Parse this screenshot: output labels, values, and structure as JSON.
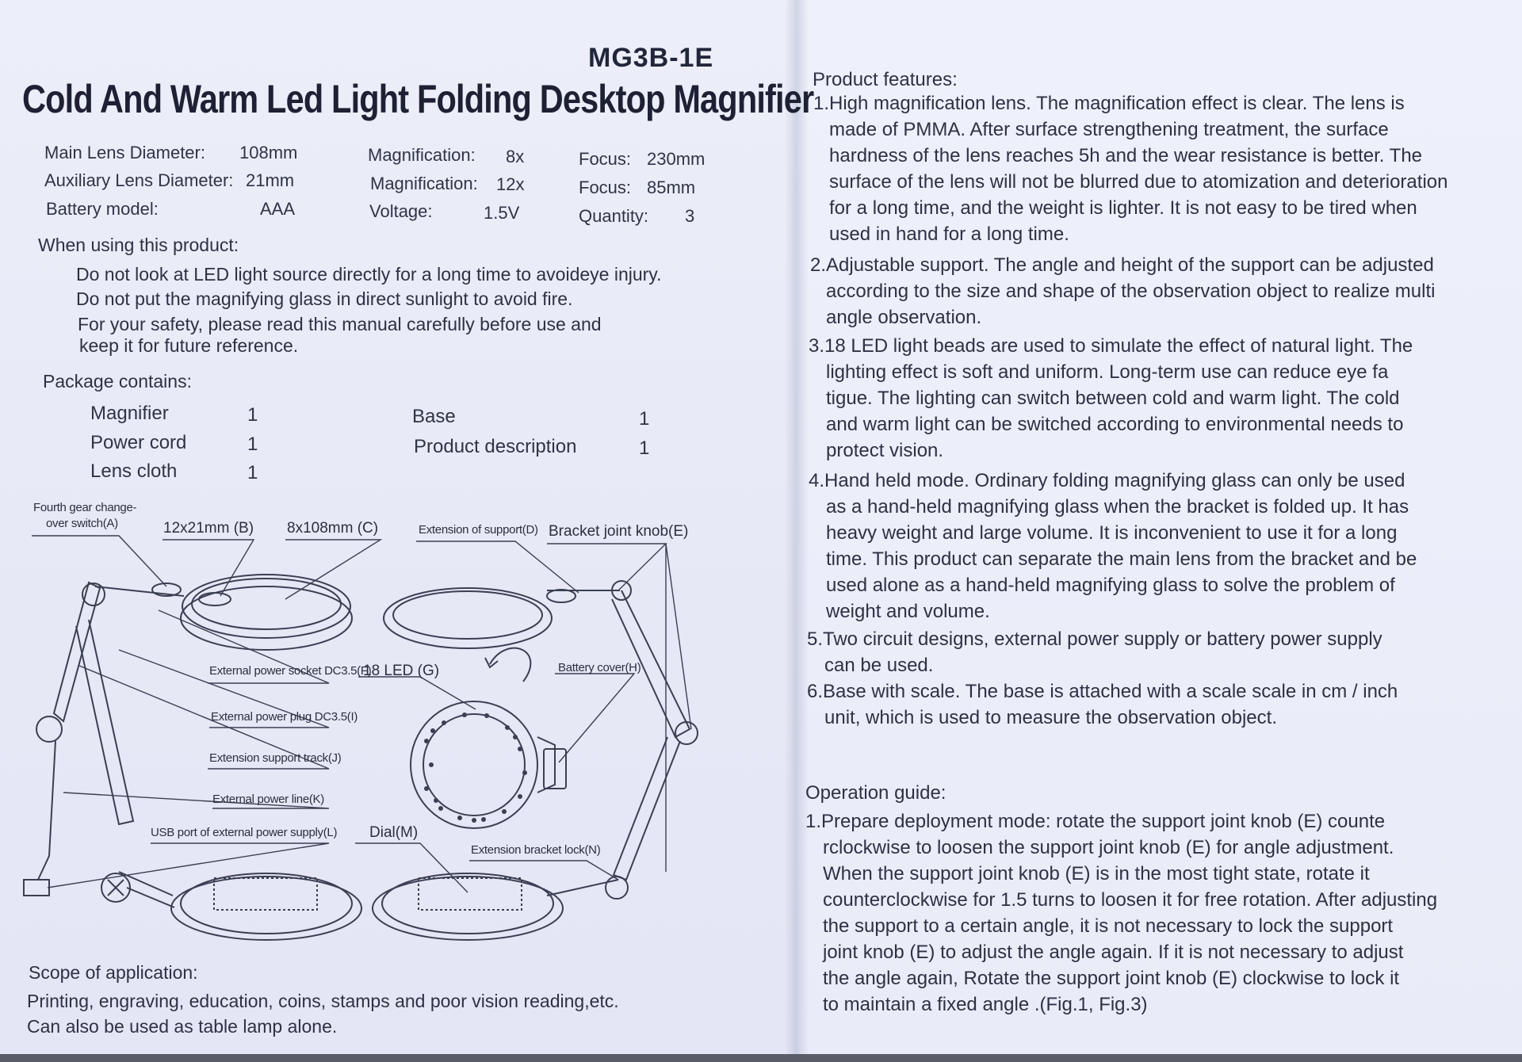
{
  "header": {
    "model": "MG3B-1E",
    "title": "Cold And Warm Led Light Folding Desktop Magnifier"
  },
  "specs": {
    "main_lens_label": "Main Lens Diameter:",
    "main_lens_value": "108mm",
    "aux_lens_label": "Auxiliary Lens Diameter:",
    "aux_lens_value": "21mm",
    "battery_label": "Battery  model:",
    "battery_value": "AAA",
    "mag1_label": "Magnification:",
    "mag1_value": "8x",
    "mag2_label": "Magnification:",
    "mag2_value": "12x",
    "voltage_label": "Voltage:",
    "voltage_value": "1.5V",
    "focus1_label": "Focus:",
    "focus1_value": "230mm",
    "focus2_label": "Focus:",
    "focus2_value": "85mm",
    "quantity_label": "Quantity:",
    "quantity_value": "3"
  },
  "warnings": {
    "heading": "When using this product:",
    "lines": [
      "Do not look at LED light source directly for a long time to avoideye injury.",
      "Do not put the magnifying glass in direct sunlight to avoid fire.",
      "For your safety, please read this manual carefully before use and",
      "keep it for future reference."
    ]
  },
  "package": {
    "heading": "Package contains:",
    "items": [
      {
        "name": "Magnifier",
        "qty": "1"
      },
      {
        "name": "Power cord",
        "qty": "1"
      },
      {
        "name": "Lens cloth",
        "qty": "1"
      },
      {
        "name": "Base",
        "qty": "1"
      },
      {
        "name": "Product description",
        "qty": "1"
      }
    ]
  },
  "diagram": {
    "labels": {
      "switch_line1": "Fourth gear change-",
      "switch_line2": "over switch(A)",
      "b": "12x21mm (B)",
      "c": "8x108mm (C)",
      "d": "Extension of support(D)",
      "e": "Bracket joint knob(E)",
      "f": "External power socket DC3.5(F)",
      "g": "18 LED (G)",
      "h": "Battery cover(H)",
      "i": "External power plug DC3.5(I)",
      "j": "Extension support track(J)",
      "k": "External power line(K)",
      "l": "USB port of external power supply(L)",
      "m": "Dial(M)",
      "n": "Extension bracket lock(N)"
    }
  },
  "scope": {
    "heading": "Scope of application:",
    "line1": "Printing, engraving, education, coins, stamps and poor vision reading,etc.",
    "line2": "Can also be used as table lamp alone."
  },
  "features": {
    "heading": "Product features:",
    "items": [
      [
        "1.High magnification lens. The magnification effect is clear. The lens is",
        "made of PMMA. After surface strengthening treatment, the surface",
        "hardness of the lens reaches 5h and the wear resistance is better. The",
        "surface of the lens will not be blurred due to atomization and deterioration",
        "for a long time, and the weight is lighter. It is not easy to be tired when",
        "used in hand for a long time."
      ],
      [
        "2.Adjustable support. The angle and height of the support can be adjusted",
        "according to the size and shape of the observation object to realize multi",
        "angle observation."
      ],
      [
        "3.18 LED light beads are used to simulate the effect of natural light. The",
        "lighting effect is soft and uniform. Long-term use can reduce eye fa",
        "tigue. The lighting can switch between cold and warm light. The cold",
        "and warm light can be switched according to environmental needs to",
        "protect vision."
      ],
      [
        "4.Hand held mode. Ordinary folding magnifying glass can only be used",
        "as a hand-held magnifying glass when the bracket is folded up. It has",
        "heavy weight and large volume. It is inconvenient to use it for a long",
        "time. This product can separate the main lens from the bracket and be",
        "used alone as a hand-held magnifying glass to solve the problem of",
        "weight and volume."
      ],
      [
        "5.Two circuit designs, external power supply or battery power supply",
        "can be used."
      ],
      [
        "6.Base with scale. The base is attached with a scale scale in cm / inch",
        "unit, which is used to measure the observation object."
      ]
    ]
  },
  "operation": {
    "heading": "Operation guide:",
    "lines": [
      "1.Prepare deployment mode: rotate the support joint knob (E) counte",
      "rclockwise to loosen the support joint knob (E) for angle adjustment.",
      "When the support joint knob (E) is in the most tight state, rotate it",
      "counterclockwise for 1.5 turns to loosen it for free rotation. After adjusting",
      "the support to a certain angle, it is not necessary to lock the support",
      "joint knob (E) to adjust the angle again. If it is not necessary to adjust",
      "the angle again, Rotate the support joint knob (E) clockwise to lock it",
      "to maintain a fixed angle .(Fig.1, Fig.3)"
    ]
  }
}
